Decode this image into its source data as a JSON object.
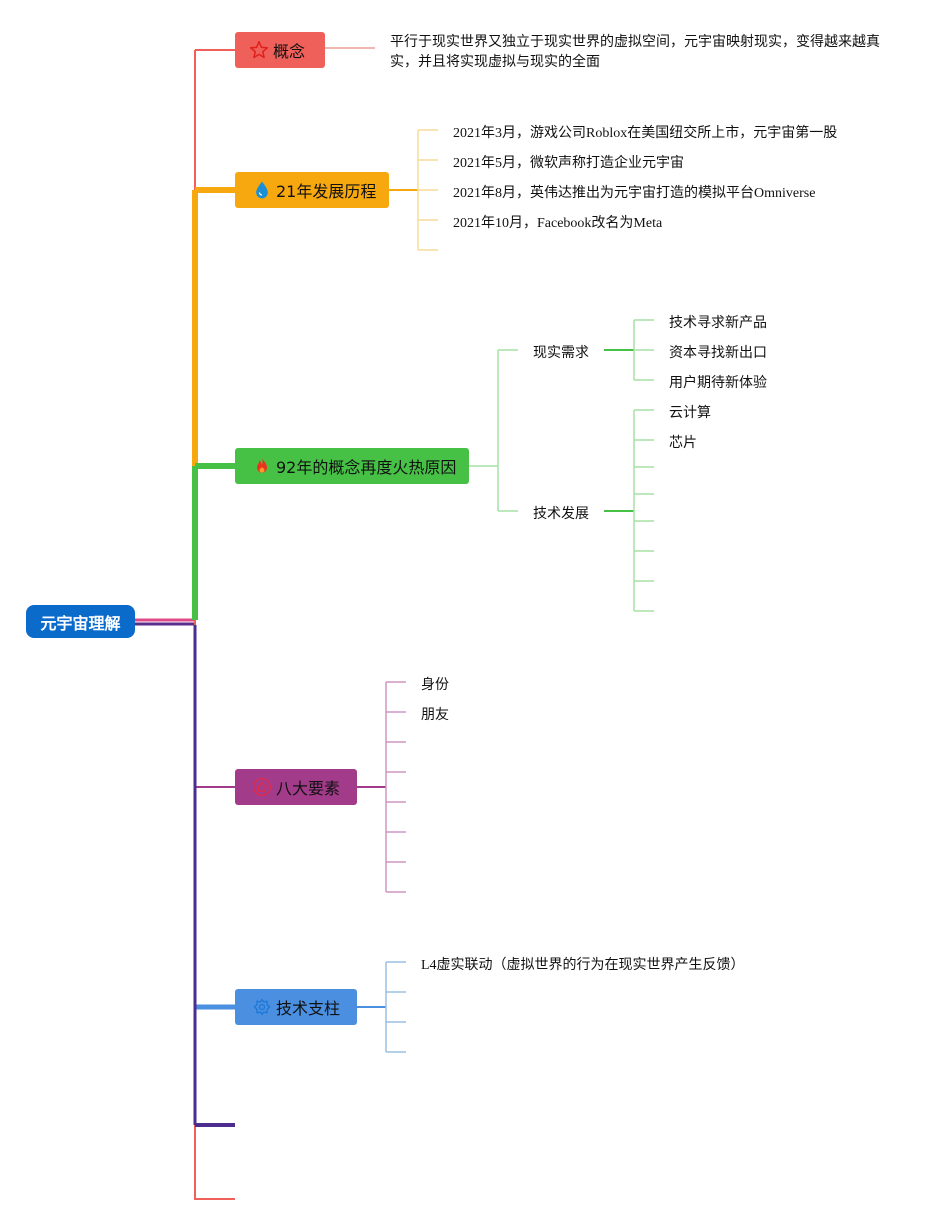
{
  "root": {
    "label": "元宇宙理解"
  },
  "branches": [
    {
      "id": "concept",
      "label": "概念",
      "icon": "star-icon",
      "color": "#f0605a",
      "description": "平行于现实世界又独立于现实世界的虚拟空间，元宇宙映射现实，变得越来越真实，并且将实现虚拟与现实的全面"
    },
    {
      "id": "history",
      "label": "21年发展历程",
      "icon": "water-drop-icon",
      "color": "#f8a80f",
      "items": [
        "2021年3月，游戏公司Roblox在美国纽交所上市，元宇宙第一股",
        "2021年5月，微软声称打造企业元宇宙",
        "2021年8月，英伟达推出为元宇宙打造的模拟平台Omniverse",
        "2021年10月，Facebook改名为Meta"
      ]
    },
    {
      "id": "reasons",
      "label": "92年的概念再度火热原因",
      "icon": "fire-icon",
      "color": "#46c146",
      "groups": [
        {
          "label": "现实需求",
          "items": [
            "技术寻求新产品",
            "资本寻找新出口",
            "用户期待新体验"
          ]
        },
        {
          "label": "技术发展",
          "items": [
            "云计算",
            "芯片"
          ]
        }
      ]
    },
    {
      "id": "elements",
      "label": "八大要素",
      "icon": "house-icon",
      "color": "#a33b8b",
      "items": [
        "身份",
        "朋友"
      ]
    },
    {
      "id": "pillars",
      "label": "技术支柱",
      "icon": "gear-icon",
      "color": "#4a8fe0",
      "items": [
        "L4虚实联动（虚拟世界的行为在现实世界产生反馈）"
      ]
    }
  ]
}
